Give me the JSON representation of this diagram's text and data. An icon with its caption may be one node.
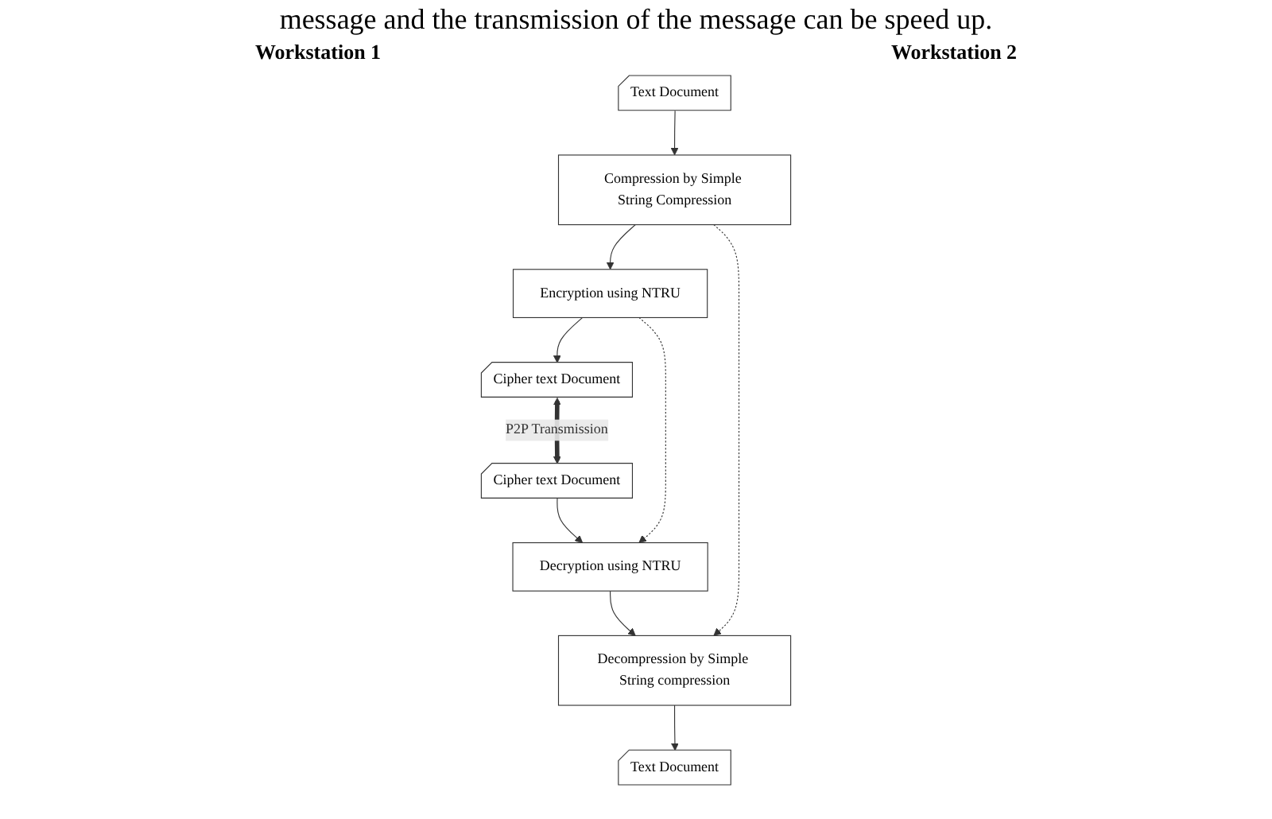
{
  "diagram": {
    "nodes": [
      {
        "text": [
          "Text Document"
        ]
      },
      {
        "text": [
          "Compression by Simple String Compression"
        ]
      },
      {
        "text": [
          "Encryption using NTRU"
        ]
      },
      {
        "text": [
          "Cipher text Document"
        ]
      },
      {
        "text": [
          "Text Document"
        ]
      },
      {
        "text": [
          "Decompression by Simple String compression"
        ]
      },
      {
        "text": [
          "Decryption using NTRU"
        ]
      },
      {
        "text": [
          "Cipher text Document"
        ]
      }
    ],
    "edges": [
      {
        "from": 0,
        "to": 1,
        "arrow": "to"
      },
      {
        "from": 1,
        "to": 2,
        "arrow": "to"
      },
      {
        "from": 2,
        "to": 3,
        "arrow": "to"
      },
      {
        "from": 3,
        "to": 7,
        "arrow": "both",
        "label": "P2P Transmission",
        "style": "thick"
      },
      {
        "from": 7,
        "to": 6,
        "arrow": "to"
      },
      {
        "from": 6,
        "to": 5,
        "arrow": "to"
      },
      {
        "from": 5,
        "to": 4,
        "arrow": "to"
      },
      {
        "from": 1,
        "to": 5,
        "arrow": "to",
        "style": "dashed"
      },
      {
        "from": 2,
        "to": 6,
        "arrow": "to",
        "style": "dashed"
      }
    ],
    "labels": [
      "message and the transmission of the message can be speed up.",
      "Workstation 1",
      "Workstation 2"
    ]
  }
}
